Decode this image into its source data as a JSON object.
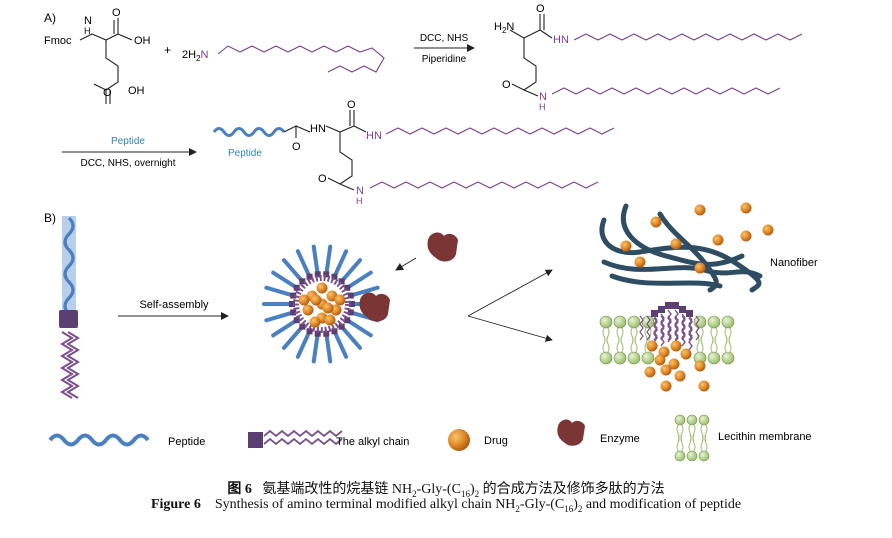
{
  "panel_a": {
    "label": "A)",
    "reactant1": {
      "fmoc": "Fmoc",
      "nh": "N",
      "h": "H",
      "cooh_top": "OH",
      "o_top": "O",
      "cooh_side_o": "O",
      "cooh_side_oh": "OH"
    },
    "reactant2": {
      "coef": "+",
      "amine": "2H",
      "amine_sub": "2",
      "amine_n": "N"
    },
    "step1": {
      "above": "DCC, NHS",
      "below": "Piperidine"
    },
    "product1": {
      "h2n": "H",
      "h2n_sub": "2",
      "h2n_n": "N",
      "o1": "O",
      "hn": "HN",
      "o2": "O",
      "n": "N",
      "h": "H"
    },
    "step2": {
      "above": "Peptide",
      "below": "DCC, NHS, overnight"
    },
    "product2": {
      "peptide": "Peptide",
      "o0": "O",
      "hn0": "HN",
      "o1": "O",
      "hn1": "HN",
      "o2": "O",
      "n": "N",
      "h": "H"
    }
  },
  "panel_b": {
    "label": "B)",
    "self_assembly": "Self-assembly",
    "nanofiber": "Nanofiber"
  },
  "legend": {
    "items": [
      {
        "label": "Peptide",
        "icon": "peptide-wave-icon"
      },
      {
        "label": "The alkyl chain",
        "icon": "alkyl-chain-icon"
      },
      {
        "label": "Drug",
        "icon": "drug-sphere-icon"
      },
      {
        "label": "Enzyme",
        "icon": "enzyme-icon"
      },
      {
        "label": "Lecithin membrane",
        "icon": "lecithin-membrane-icon"
      }
    ]
  },
  "caption": {
    "cn_label": "图 6",
    "cn_text_1": "氨基端改性的烷基链 NH",
    "cn_sub_1": "2",
    "cn_text_2": "-Gly-(C",
    "cn_sub_2": "16",
    "cn_text_3": ")",
    "cn_sub_3": "2",
    "cn_text_4": " 的合成方法及修饰多肽的方法",
    "en_label": "Figure 6",
    "en_text_1": "Synthesis of amino terminal modified alkyl chain NH",
    "en_sub_1": "2",
    "en_text_2": "-Gly-(C",
    "en_sub_2": "16",
    "en_text_3": ")",
    "en_sub_3": "2",
    "en_text_4": " and modification of peptide"
  },
  "colors": {
    "peptide": "#4a7fc0",
    "peptide_light": "#b9cfe9",
    "alkyl": "#7a4f8a",
    "linker": "#5b3e72",
    "drug": "#e08a2a",
    "enzyme": "#7b3535",
    "fiber": "#2e4d63",
    "membrane": "#9cbf6e",
    "purple_text": "#7a3f93",
    "blue_text": "#2f86b5"
  }
}
